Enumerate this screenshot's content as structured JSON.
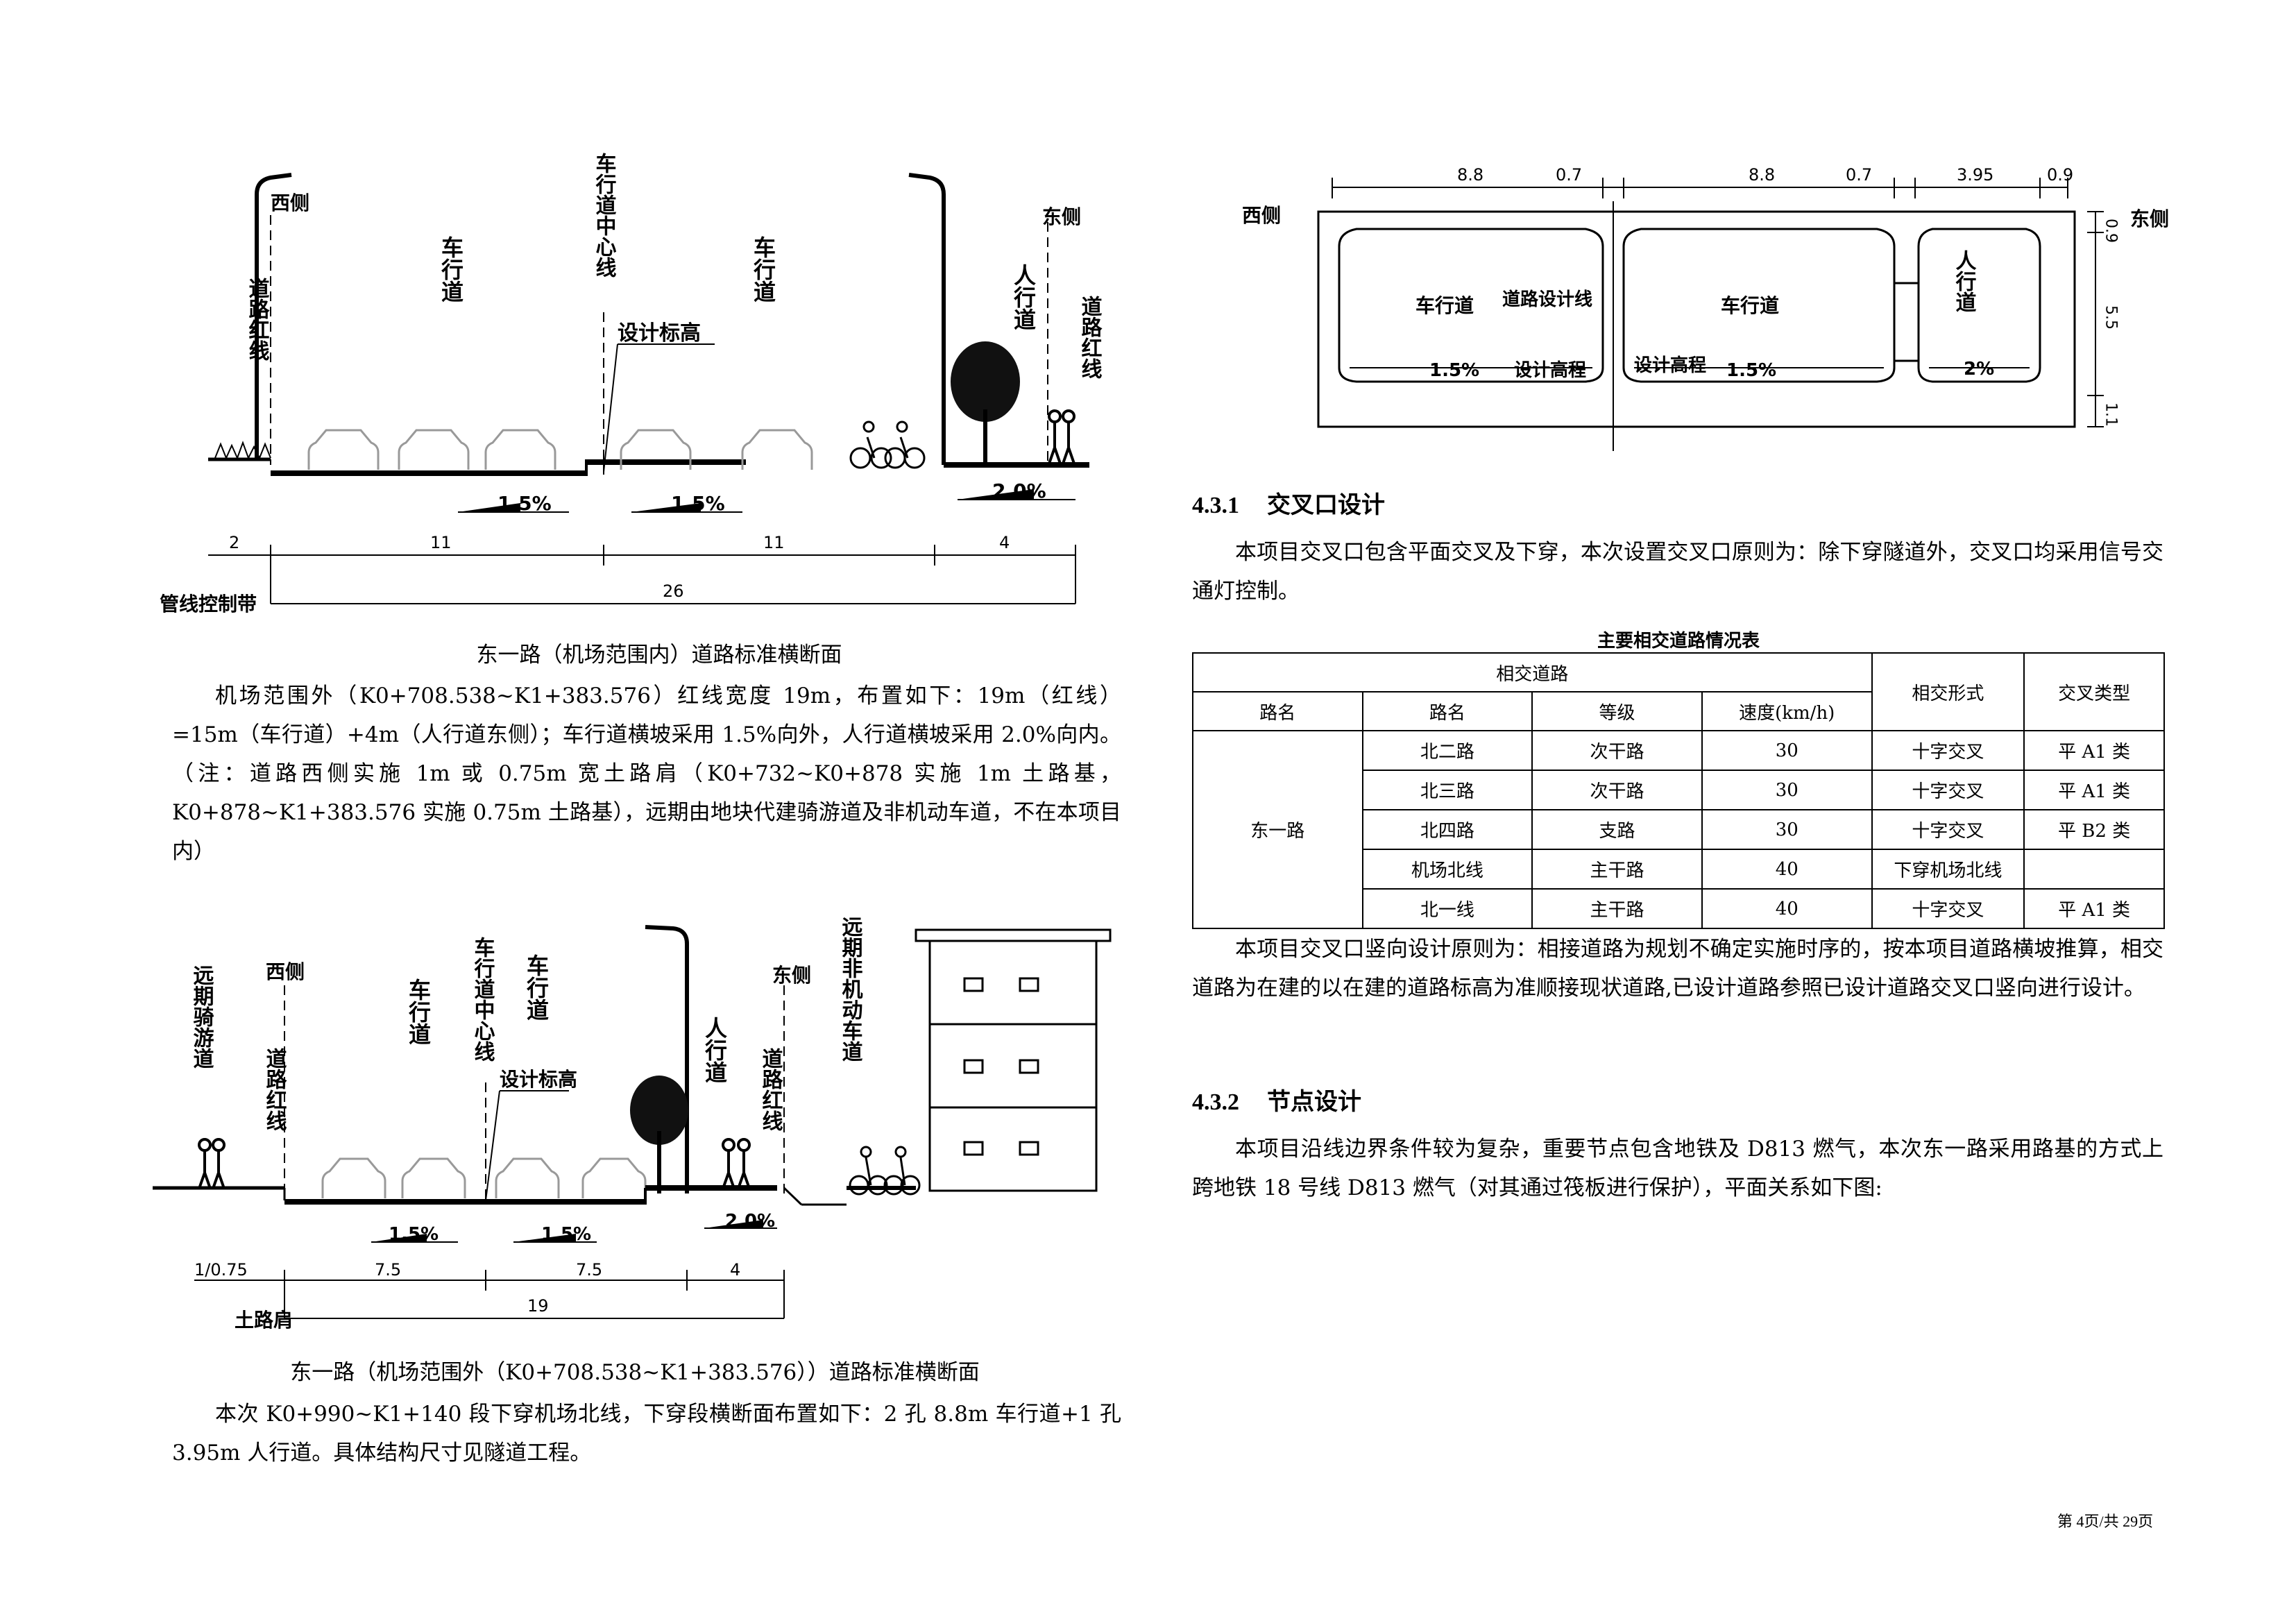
{
  "figure1": {
    "west": "西侧",
    "east": "东侧",
    "red_line_left": "道路红线",
    "carriageway_left": "车行道",
    "centerline": "车行道中心线",
    "carriageway_right": "车行道",
    "sidewalk": "人行道",
    "red_line_right": "道路红线",
    "design_elev": "设计标高",
    "slope_left": "1.5%",
    "slope_right": "1.5%",
    "slope_side": "2.0%",
    "dims": [
      "2",
      "11",
      "11",
      "4"
    ],
    "total": "26",
    "pipe_band": "管线控制带",
    "caption": "东一路（机场范围内）道路标准横断面"
  },
  "para1": "机场范围外（K0+708.538~K1+383.576）红线宽度 19m，布置如下：19m（红线）=15m（车行道）+4m（人行道东侧）；车行道横坡采用 1.5%向外，人行道横坡采用 2.0%向内。（注：道路西侧实施 1m 或 0.75m 宽土路肩（K0+732~K0+878 实施 1m 土路基，K0+878~K1+383.576 实施 0.75m 土路基），远期由地块代建骑游道及非机动车道，不在本项目内）",
  "figure2": {
    "future_bike": "远期骑游道",
    "west": "西侧",
    "red_line_left": "道路红线",
    "carriageway_left": "车行道",
    "centerline": "车行道中心线",
    "carriageway_right": "车行道",
    "design_elev": "设计标高",
    "sidewalk": "人行道",
    "east": "东侧",
    "red_line_right": "道路红线",
    "future_nonmotor": "远期非机动车道",
    "slope_left": "1.5%",
    "slope_right": "1.5%",
    "slope_side": "2.0%",
    "slope_bank": "1/0.75",
    "dims": [
      "7.5",
      "7.5",
      "4"
    ],
    "total": "19",
    "shoulder": "土路肩",
    "caption": "东一路（机场范围外（K0+708.538~K1+383.576））道路标准横断面"
  },
  "para2": "本次 K0+990~K1+140 段下穿机场北线，下穿段横断面布置如下：2 孔 8.8m 车行道+1 孔 3.95m 人行道。具体结构尺寸见隧道工程。",
  "figure3": {
    "west": "西侧",
    "east": "东侧",
    "top_dims": [
      "8.8",
      "0.7",
      "8.8",
      "0.7",
      "3.95",
      "0.9"
    ],
    "side_dims": [
      "0.9",
      "5.5",
      "1.1"
    ],
    "carriageway_left": "车行道",
    "design_line": "道路设计线",
    "carriageway_right": "车行道",
    "sidewalk": "人行道",
    "slope_left": "1.5%",
    "elev_left": "设计高程",
    "elev_right": "设计高程",
    "slope_right": "1.5%",
    "slope_side": "2%"
  },
  "section_431": {
    "num": "4.3.1",
    "title": "交叉口设计"
  },
  "para3": "本项目交叉口包含平面交叉及下穿，本次设置交叉口原则为：除下穿隧道外，交叉口均采用信号交通灯控制。",
  "table": {
    "title": "主要相交道路情况表",
    "group_header": "相交道路",
    "headers": [
      "路名",
      "路名",
      "等级",
      "速度(km/h)",
      "相交形式",
      "交叉类型"
    ],
    "main_road": "东一路",
    "rows": [
      [
        "北二路",
        "次干路",
        "30",
        "十字交叉",
        "平 A1 类"
      ],
      [
        "北三路",
        "次干路",
        "30",
        "十字交叉",
        "平 A1 类"
      ],
      [
        "北四路",
        "支路",
        "30",
        "十字交叉",
        "平 B2 类"
      ],
      [
        "机场北线",
        "主干路",
        "40",
        "下穿机场北线",
        ""
      ],
      [
        "北一线",
        "主干路",
        "40",
        "十字交叉",
        "平 A1 类"
      ]
    ]
  },
  "para4": "本项目交叉口竖向设计原则为：相接道路为规划不确定实施时序的，按本项目道路横坡推算，相交道路为在建的以在建的道路标高为准顺接现状道路,已设计道路参照已设计道路交叉口竖向进行设计。",
  "section_432": {
    "num": "4.3.2",
    "title": "节点设计"
  },
  "para5": "本项目沿线边界条件较为复杂，重要节点包含地铁及 D813 燃气，本次东一路采用路基的方式上跨地铁 18 号线 D813 燃气（对其通过筏板进行保护），平面关系如下图:",
  "footer": "第 4页/共 29页"
}
